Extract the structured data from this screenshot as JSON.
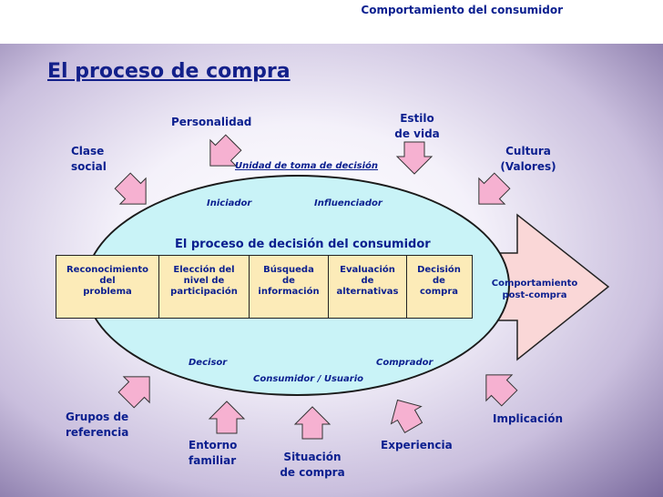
{
  "header": {
    "title": "Comportamiento del consumidor"
  },
  "main_title": "El proceso de compra",
  "influences_top": {
    "personalidad": "Personalidad",
    "estilo": "Estilo\nde vida",
    "clase": "Clase\nsocial",
    "cultura": "Cultura\n(Valores)"
  },
  "influences_bottom": {
    "grupos": "Grupos de\nreferencia",
    "entorno": "Entorno\nfamiliar",
    "situacion": "Situación\nde compra",
    "experiencia": "Experiencia",
    "implicacion": "Implicación"
  },
  "unit": {
    "title": "Unidad de toma de decisión",
    "iniciador": "Iniciador",
    "influenciador": "Influenciador",
    "decisor": "Decisor",
    "comprador": "Comprador",
    "consumidor": "Consumidor / Usuario"
  },
  "process": {
    "title": "El proceso de decisión del consumidor",
    "stages": [
      "Reconocimiento\n   del\n   problema",
      "Elección  del\n  nivel de\nparticipación",
      "Búsqueda\nde\n información",
      "Evaluación\nde\n alternativas",
      "Decisión\nde\n compra"
    ],
    "post": "Comportamiento\npost-compra"
  },
  "colors": {
    "text": "#0b1f8f",
    "ellipse": "#c9f3f7",
    "stages": "#fcebb8",
    "arrow": "#fad7d7",
    "pointer": "#f6b1d1"
  }
}
